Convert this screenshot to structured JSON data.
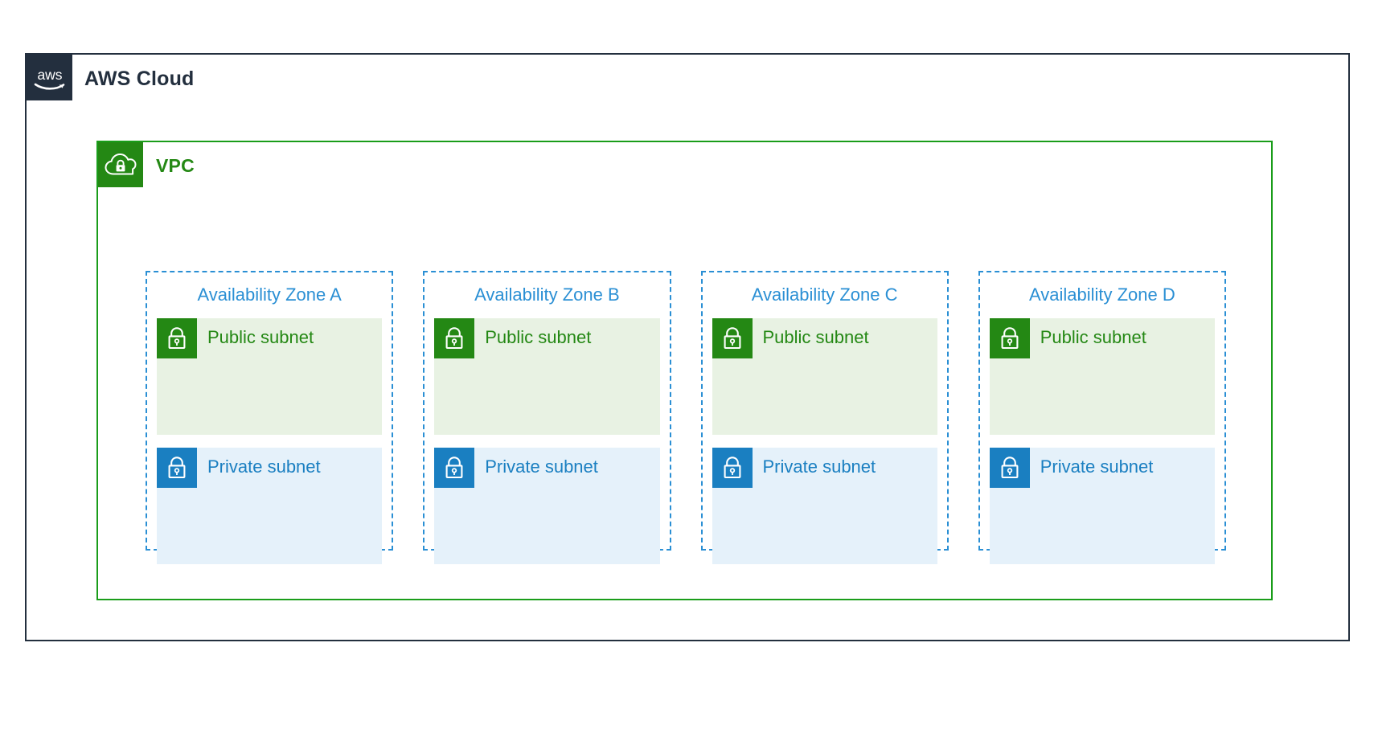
{
  "diagram": {
    "title": "AWS Cloud",
    "logo_icon": "aws-logo-icon"
  },
  "vpc": {
    "title": "VPC",
    "icon": "vpc-cloud-lock-icon",
    "border_color": "#1a9d1a",
    "badge_color": "#248814",
    "title_color": "#248814"
  },
  "cloud": {
    "border_color": "#232f3e",
    "badge_color": "#232f3e",
    "title_color": "#232f3e"
  },
  "availability_zones": [
    {
      "title": "Availability Zone A",
      "subnets": [
        {
          "label": "Public subnet",
          "type": "public",
          "icon": "padlock-icon",
          "fill": "#e8f2e3",
          "badge": "#248814",
          "text": "#248814"
        },
        {
          "label": "Private subnet",
          "type": "private",
          "icon": "padlock-icon",
          "fill": "#e5f1fa",
          "badge": "#1a7fc1",
          "text": "#1a7fc1"
        }
      ]
    },
    {
      "title": "Availability Zone B",
      "subnets": [
        {
          "label": "Public subnet",
          "type": "public",
          "icon": "padlock-icon",
          "fill": "#e8f2e3",
          "badge": "#248814",
          "text": "#248814"
        },
        {
          "label": "Private subnet",
          "type": "private",
          "icon": "padlock-icon",
          "fill": "#e5f1fa",
          "badge": "#1a7fc1",
          "text": "#1a7fc1"
        }
      ]
    },
    {
      "title": "Availability Zone C",
      "subnets": [
        {
          "label": "Public subnet",
          "type": "public",
          "icon": "padlock-icon",
          "fill": "#e8f2e3",
          "badge": "#248814",
          "text": "#248814"
        },
        {
          "label": "Private subnet",
          "type": "private",
          "icon": "padlock-icon",
          "fill": "#e5f1fa",
          "badge": "#1a7fc1",
          "text": "#1a7fc1"
        }
      ]
    },
    {
      "title": "Availability Zone D",
      "subnets": [
        {
          "label": "Public subnet",
          "type": "public",
          "icon": "padlock-icon",
          "fill": "#e8f2e3",
          "badge": "#248814",
          "text": "#248814"
        },
        {
          "label": "Private subnet",
          "type": "private",
          "icon": "padlock-icon",
          "fill": "#e5f1fa",
          "badge": "#1a7fc1",
          "text": "#1a7fc1"
        }
      ]
    }
  ],
  "az_border_color": "#2a8fd4",
  "az_title_color": "#2a8fd4"
}
